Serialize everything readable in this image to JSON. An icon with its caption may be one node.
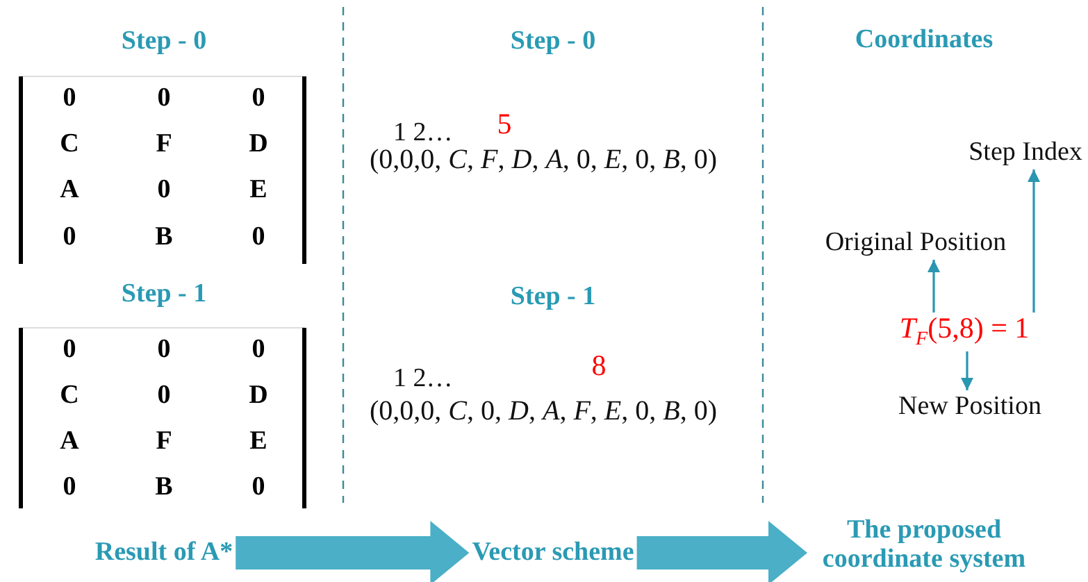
{
  "diagram": {
    "nodes": [
      {
        "text": [
          "Result of A*"
        ]
      },
      {
        "text": [
          "Vector scheme"
        ]
      },
      {
        "text": [
          "The proposed coordinate system"
        ]
      },
      {
        "text": [
          "*T*$_{F}$(5,8) = 1"
        ]
      },
      {
        "text": [
          "Original Position"
        ]
      },
      {
        "text": [
          "Step Index"
        ]
      },
      {
        "text": [
          "New Position"
        ]
      }
    ],
    "edges": [
      {
        "from": 0,
        "to": 1,
        "arrow": "to",
        "style": "thick",
        "color": "#4aafc7"
      },
      {
        "from": 1,
        "to": 2,
        "arrow": "to",
        "style": "thick",
        "color": "#4aafc7"
      },
      {
        "from": 3,
        "to": 4,
        "arrow": "to"
      },
      {
        "from": 3,
        "to": 5,
        "arrow": "to"
      },
      {
        "from": 3,
        "to": 6,
        "arrow": "to"
      }
    ],
    "labels": [
      "Step - 0",
      "Step - 0",
      "Coordinates",
      "0",
      "0",
      "0",
      "C",
      "F",
      "D",
      "A",
      "0",
      "E",
      "0",
      "B",
      "0",
      "1 2…",
      "5",
      "(0,0,0, *C*, *F*, *D*, *A*, 0, *E*, 0, *B*, 0)",
      "Step - 1",
      "Step - 1",
      "0",
      "0",
      "0",
      "C",
      "0",
      "D",
      "A",
      "F",
      "E",
      "0",
      "B",
      "0",
      "1 2…",
      "8",
      "(0,0,0, *C*, 0, *D*, *A*, *F*, *E*, 0, *B*, 0)"
    ]
  }
}
